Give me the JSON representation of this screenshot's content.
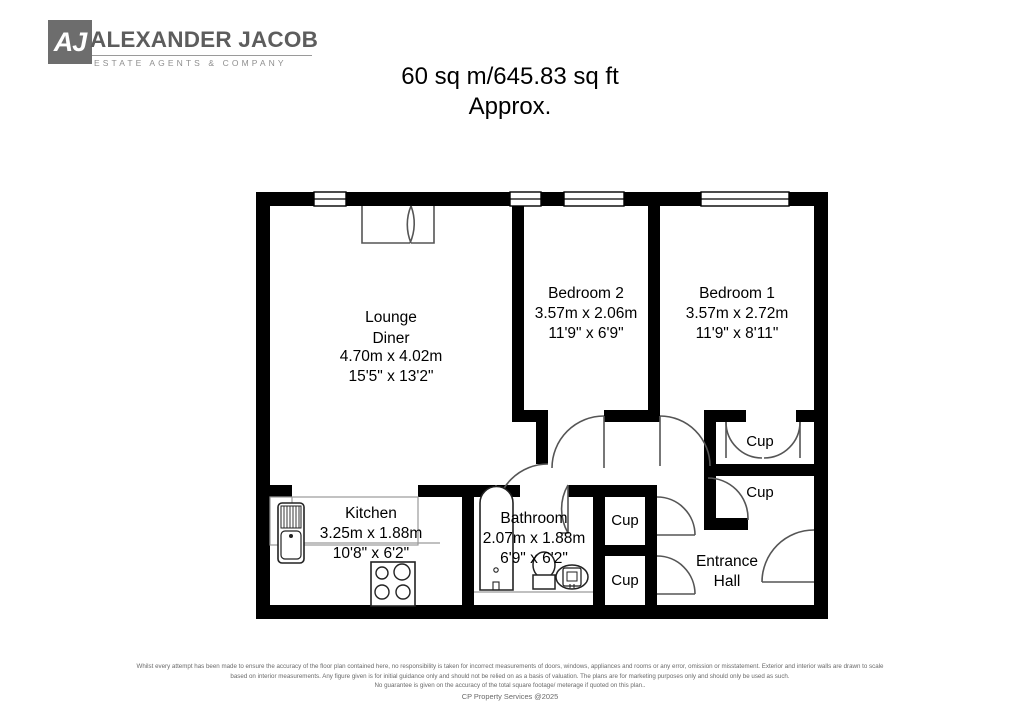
{
  "brand": {
    "monogram": "AJ",
    "name": "ALEXANDER JACOB",
    "tagline": "ESTATE AGENTS & COMPANY",
    "mark_color": "#6d6d6d",
    "text_color": "#5d5d5d"
  },
  "title": {
    "line1": "60 sq m/645.83 sq ft",
    "line2": "Approx."
  },
  "rooms": {
    "lounge": {
      "name_line1": "Lounge",
      "name_line2": "Diner",
      "metric": "4.70m x 4.02m",
      "imperial": "15'5\" x 13'2\""
    },
    "bedroom2": {
      "name": "Bedroom 2",
      "metric": "3.57m x 2.06m",
      "imperial": "11'9\" x 6'9\""
    },
    "bedroom1": {
      "name": "Bedroom 1",
      "metric": "3.57m x 2.72m",
      "imperial": "11'9\" x 8'11\""
    },
    "kitchen": {
      "name": "Kitchen",
      "metric": "3.25m x 1.88m",
      "imperial": "10'8\" x 6'2\""
    },
    "bathroom": {
      "name": "Bathroom",
      "metric": "2.07m x 1.88m",
      "imperial": "6'9\" x 6'2\""
    },
    "entrance_hall": {
      "name_line1": "Entrance",
      "name_line2": "Hall"
    },
    "cupboards": {
      "cup1": "Cup",
      "cup2": "Cup",
      "cup3": "Cup",
      "cup4": "Cup"
    }
  },
  "disclaimer": {
    "line1": "Whilst every attempt has been made to ensure the accuracy of the floor plan contained here, no responsibility is taken for incorrect measurements of doors, windows, appliances and rooms or any error, omission or misstatement. Exterior and interior walls are drawn to scale",
    "line2": "based on interior measurements. Any figure given is for initial guidance only and should not be relied on as a basis of valuation. The plans are for marketing purposes only and should only be used as such.",
    "line3": "No guarantee is given on the accuracy of the total square footage/ meterage if quoted on this plan..",
    "line4": "CP Property Services @2025"
  },
  "colors": {
    "wall": "#000000",
    "background": "#ffffff",
    "fixture_stroke": "#333333",
    "door_arc": "#555555",
    "disclaimer_text": "#6a6a6a"
  }
}
